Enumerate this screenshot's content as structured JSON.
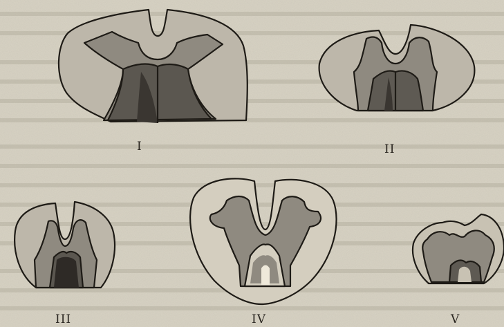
{
  "figure_labels": {
    "fig1": "I",
    "fig2": "II",
    "fig3": "III",
    "fig4": "IV",
    "fig5": "V"
  },
  "colors": {
    "paper": "#d8d3c4",
    "outline": "#1e1b16",
    "gray_matter": "#8f8a80",
    "white_matter": "#bdb7aa",
    "dark_shading": "#3a3631"
  }
}
